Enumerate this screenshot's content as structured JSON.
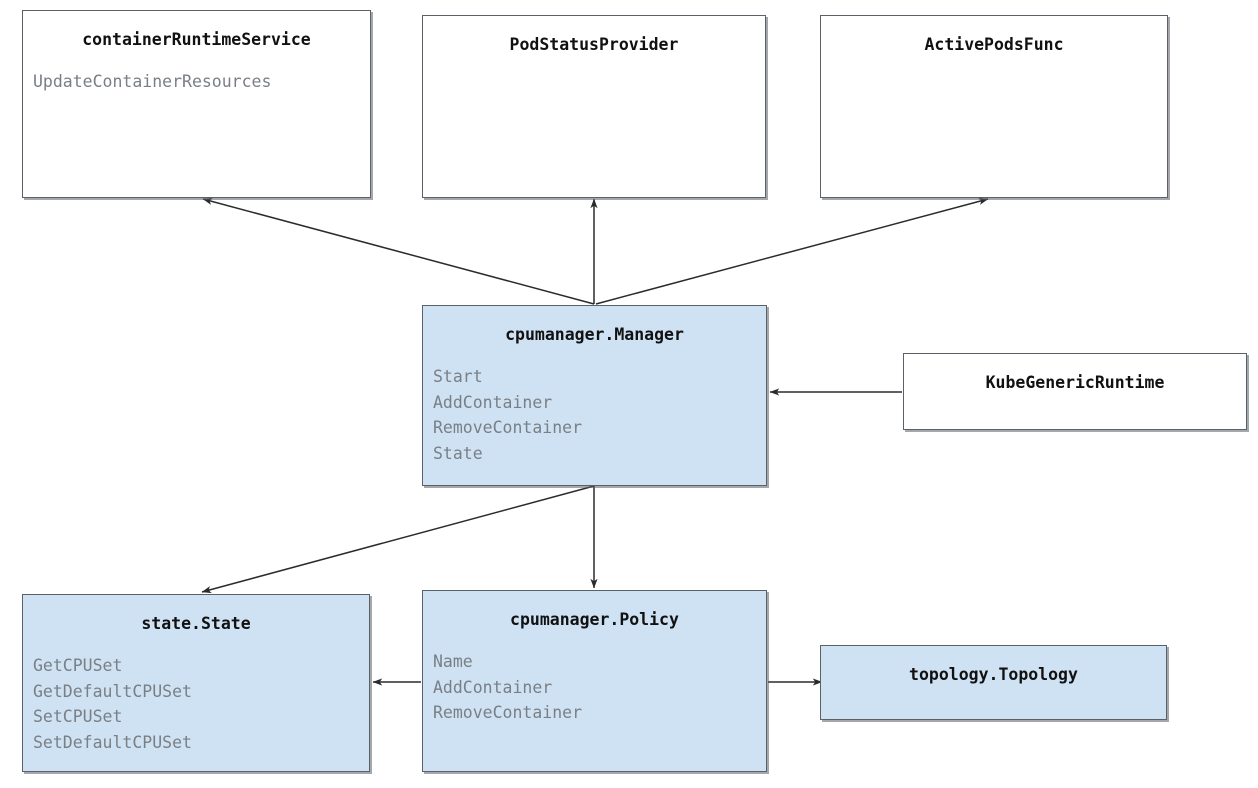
{
  "diagram": {
    "type": "class-diagram",
    "background": "#ffffff",
    "accent_fill": "#cfe2f3",
    "border_color": "#5a6169",
    "member_color": "#7a7f85",
    "title_color": "#111111",
    "nodes": [
      {
        "id": "container-runtime-service",
        "title": "containerRuntimeService",
        "filled": false,
        "members": [
          "UpdateContainerResources"
        ]
      },
      {
        "id": "pod-status-provider",
        "title": "PodStatusProvider",
        "filled": false,
        "members": []
      },
      {
        "id": "active-pods-func",
        "title": "ActivePodsFunc",
        "filled": false,
        "members": []
      },
      {
        "id": "cpumanager-manager",
        "title": "cpumanager.Manager",
        "filled": true,
        "members": [
          "Start",
          "AddContainer",
          "RemoveContainer",
          "State"
        ]
      },
      {
        "id": "kube-generic-runtime",
        "title": "KubeGenericRuntime",
        "filled": false,
        "members": []
      },
      {
        "id": "state-state",
        "title": "state.State",
        "filled": true,
        "members": [
          "GetCPUSet",
          "GetDefaultCPUSet",
          "SetCPUSet",
          "SetDefaultCPUSet"
        ]
      },
      {
        "id": "cpumanager-policy",
        "title": "cpumanager.Policy",
        "filled": true,
        "members": [
          "Name",
          "AddContainer",
          "RemoveContainer"
        ]
      },
      {
        "id": "topology-topology",
        "title": "topology.Topology",
        "filled": true,
        "members": []
      }
    ],
    "edges": [
      {
        "from": "cpumanager-manager",
        "to": "container-runtime-service",
        "style": "solid-arrow"
      },
      {
        "from": "cpumanager-manager",
        "to": "pod-status-provider",
        "style": "solid-arrow"
      },
      {
        "from": "cpumanager-manager",
        "to": "active-pods-func",
        "style": "solid-arrow"
      },
      {
        "from": "kube-generic-runtime",
        "to": "cpumanager-manager",
        "style": "solid-arrow"
      },
      {
        "from": "cpumanager-manager",
        "to": "state-state",
        "style": "solid-arrow"
      },
      {
        "from": "cpumanager-manager",
        "to": "cpumanager-policy",
        "style": "solid-arrow"
      },
      {
        "from": "cpumanager-policy",
        "to": "state-state",
        "style": "solid-arrow"
      },
      {
        "from": "cpumanager-policy",
        "to": "topology-topology",
        "style": "solid-arrow"
      }
    ]
  }
}
